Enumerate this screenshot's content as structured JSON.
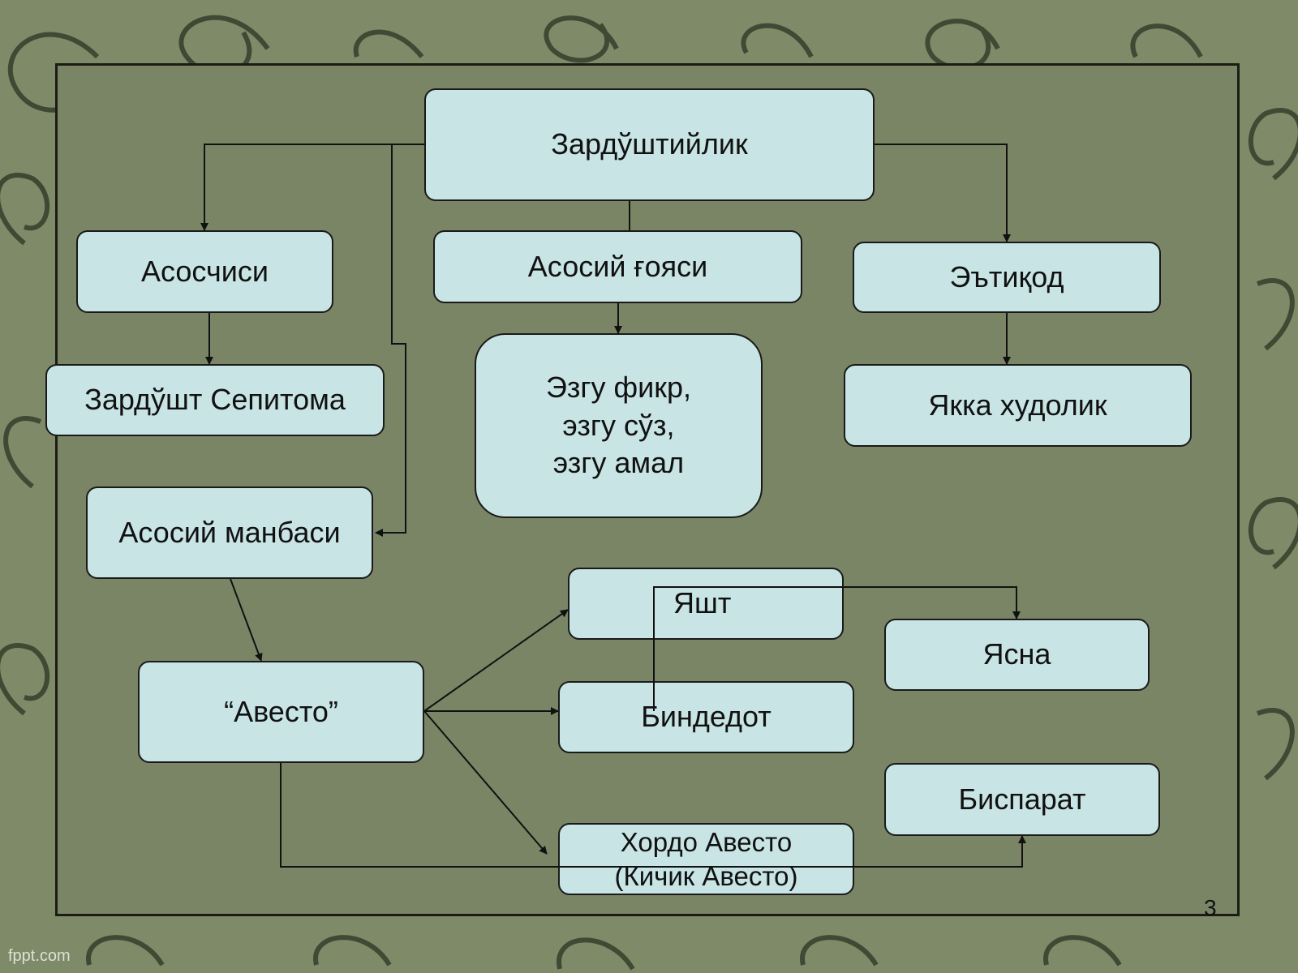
{
  "diagram": {
    "nodes": {
      "root": "Зардўштийлик",
      "founder": "Асосчиси",
      "founder_name": "Зардўшт Сепитома",
      "main_source": "Асосий манбаси",
      "avesto": "“Авесто”",
      "main_idea": "Асосий ғояси",
      "good_triad": "Эзгу фикр,\nэзгу сўз,\nэзгу амал",
      "belief": "Эътиқод",
      "monotheism": "Якка худолик",
      "yasht": "Яшт",
      "yasna": "Ясна",
      "videvdat": "Биндедот",
      "visparad": "Биспарат",
      "khorde_avesta": "Хордо Авесто\n(Кичик Авесто)"
    },
    "edges": [
      [
        "root",
        "founder"
      ],
      [
        "root",
        "main_idea"
      ],
      [
        "root",
        "belief"
      ],
      [
        "root",
        "main_source"
      ],
      [
        "founder",
        "founder_name"
      ],
      [
        "main_idea",
        "good_triad"
      ],
      [
        "belief",
        "monotheism"
      ],
      [
        "main_source",
        "avesto"
      ],
      [
        "avesto",
        "yasht"
      ],
      [
        "avesto",
        "videvdat"
      ],
      [
        "avesto",
        "khorde_avesta"
      ],
      [
        "avesto",
        "visparad"
      ],
      [
        "videvdat",
        "yasna"
      ]
    ]
  },
  "page_number": "3",
  "watermark": "fppt.com",
  "colors": {
    "node_fill": "#c8e4e4",
    "node_border": "#1a1a1a",
    "background": "#7a8566",
    "connector": "#111111"
  }
}
